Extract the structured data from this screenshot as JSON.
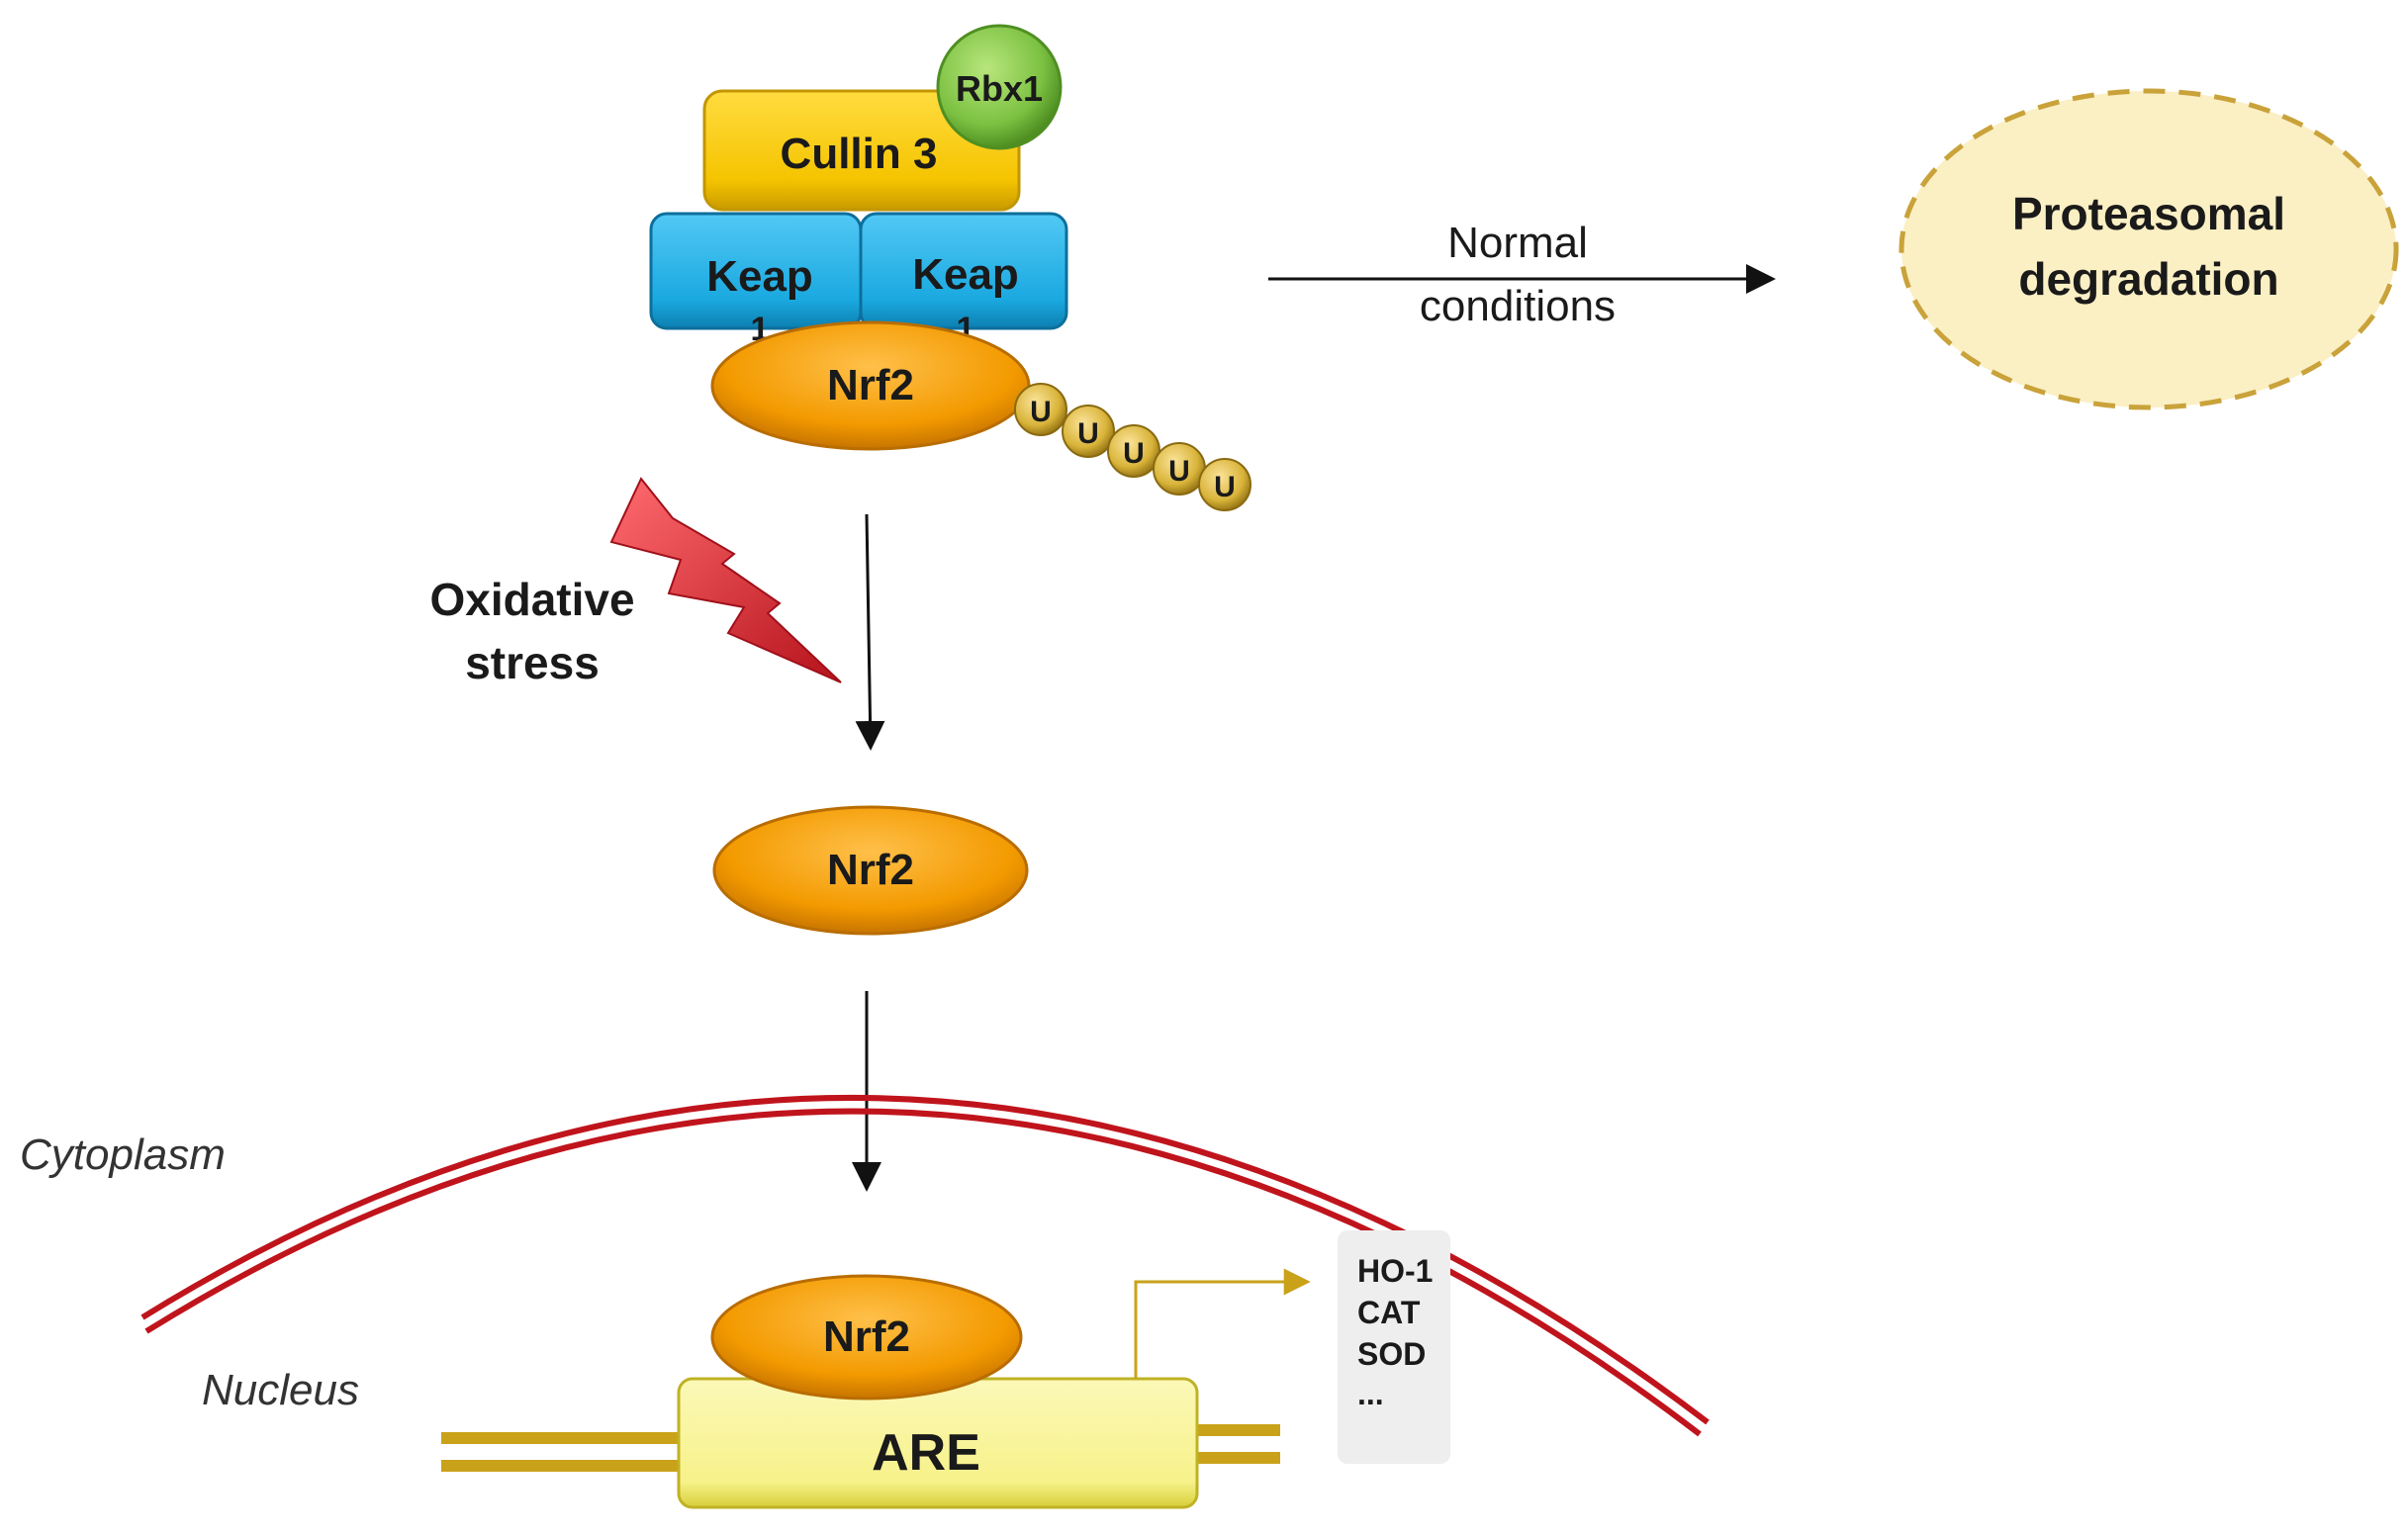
{
  "labels": {
    "rbx1": "Rbx1",
    "cullin3": "Cullin 3",
    "keap_left": "Keap",
    "keap_right": "Keap",
    "keap_left_sub": "1",
    "keap_right_sub": "1",
    "nrf2_top": "Nrf2",
    "ubiquitin": [
      "U",
      "U",
      "U",
      "U",
      "U"
    ],
    "normal_conditions_line1": "Normal",
    "normal_conditions_line2": "conditions",
    "proteasomal_line1": "Proteasomal",
    "proteasomal_line2": "degradation",
    "oxidative_line1": "Oxidative",
    "oxidative_line2": "stress",
    "nrf2_middle": "Nrf2",
    "cytoplasm": "Cytoplasm",
    "nucleus": "Nucleus",
    "nrf2_bottom": "Nrf2",
    "are": "ARE",
    "genes": [
      "HO-1",
      "CAT",
      "SOD",
      "..."
    ]
  },
  "colors": {
    "cullin": "#f5c400",
    "keap": "#1aa9e0",
    "rbx1": "#7cc142",
    "nrf2": "#f39a00",
    "ubiquitin": "#d9b43a",
    "membrane": "#c0141c",
    "are_box": "#f7f28a",
    "dna": "#c9a21a",
    "proteasome_fill": "#fbefc4",
    "proteasome_border": "#c9a23a",
    "bolt": "#e03038",
    "gene_arrow": "#c9a21a",
    "gene_box": "#eeeeee"
  }
}
